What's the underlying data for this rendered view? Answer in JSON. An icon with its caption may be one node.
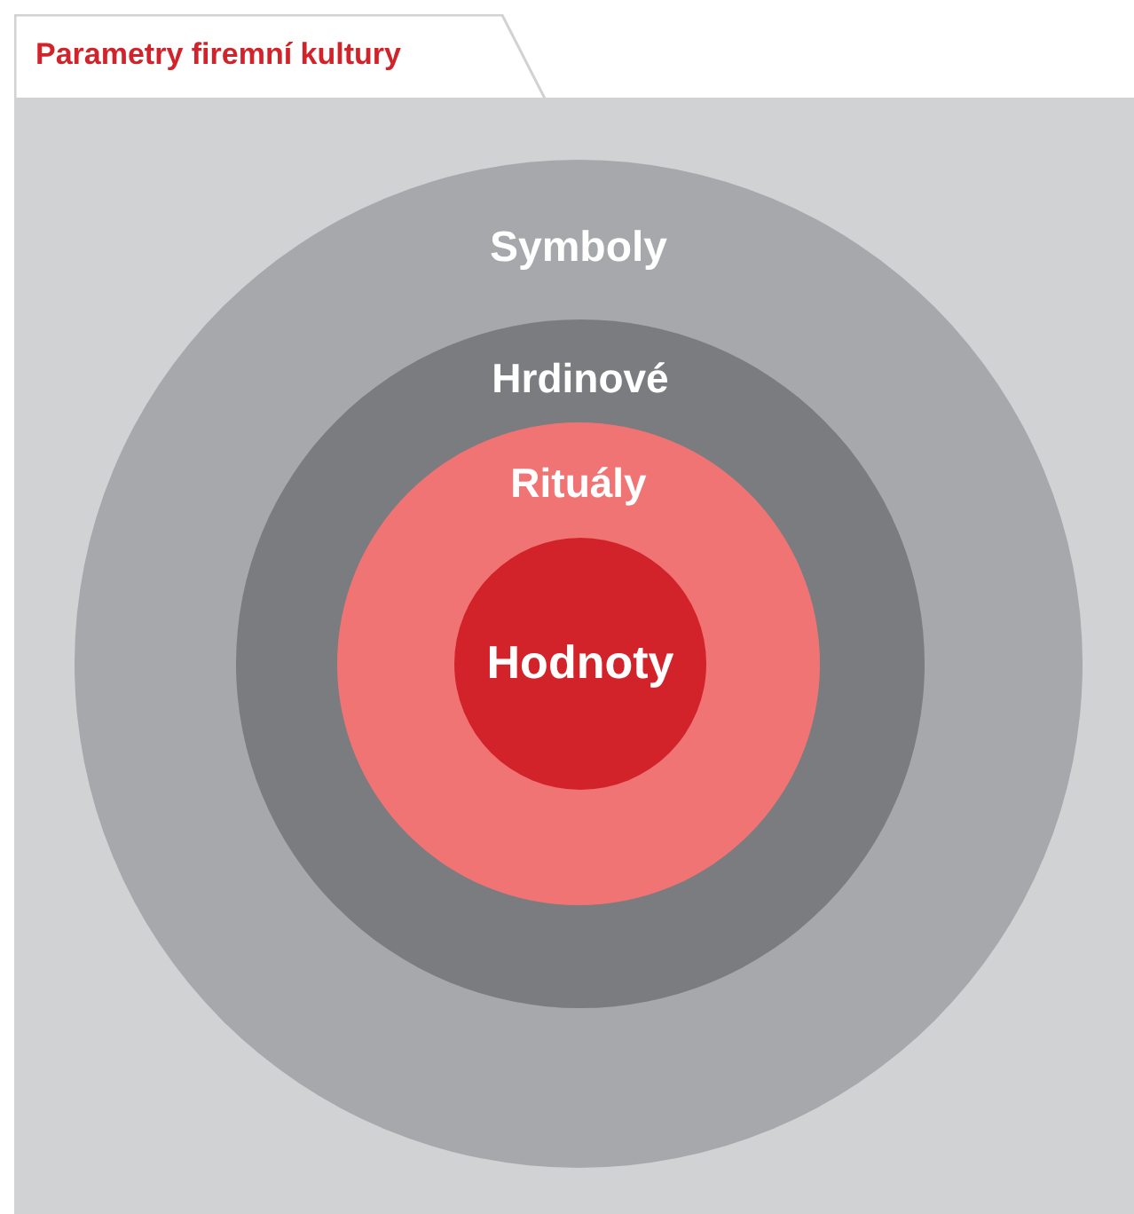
{
  "diagram": {
    "title": "Parametry firemní kultury",
    "nodes": [
      {
        "text": [
          "Symboly"
        ]
      },
      {
        "text": [
          "Hrdinové"
        ],
        "in": 0
      },
      {
        "text": [
          "Rituály"
        ],
        "in": 1
      },
      {
        "text": [
          "Hodnoty"
        ],
        "in": 2
      }
    ]
  }
}
